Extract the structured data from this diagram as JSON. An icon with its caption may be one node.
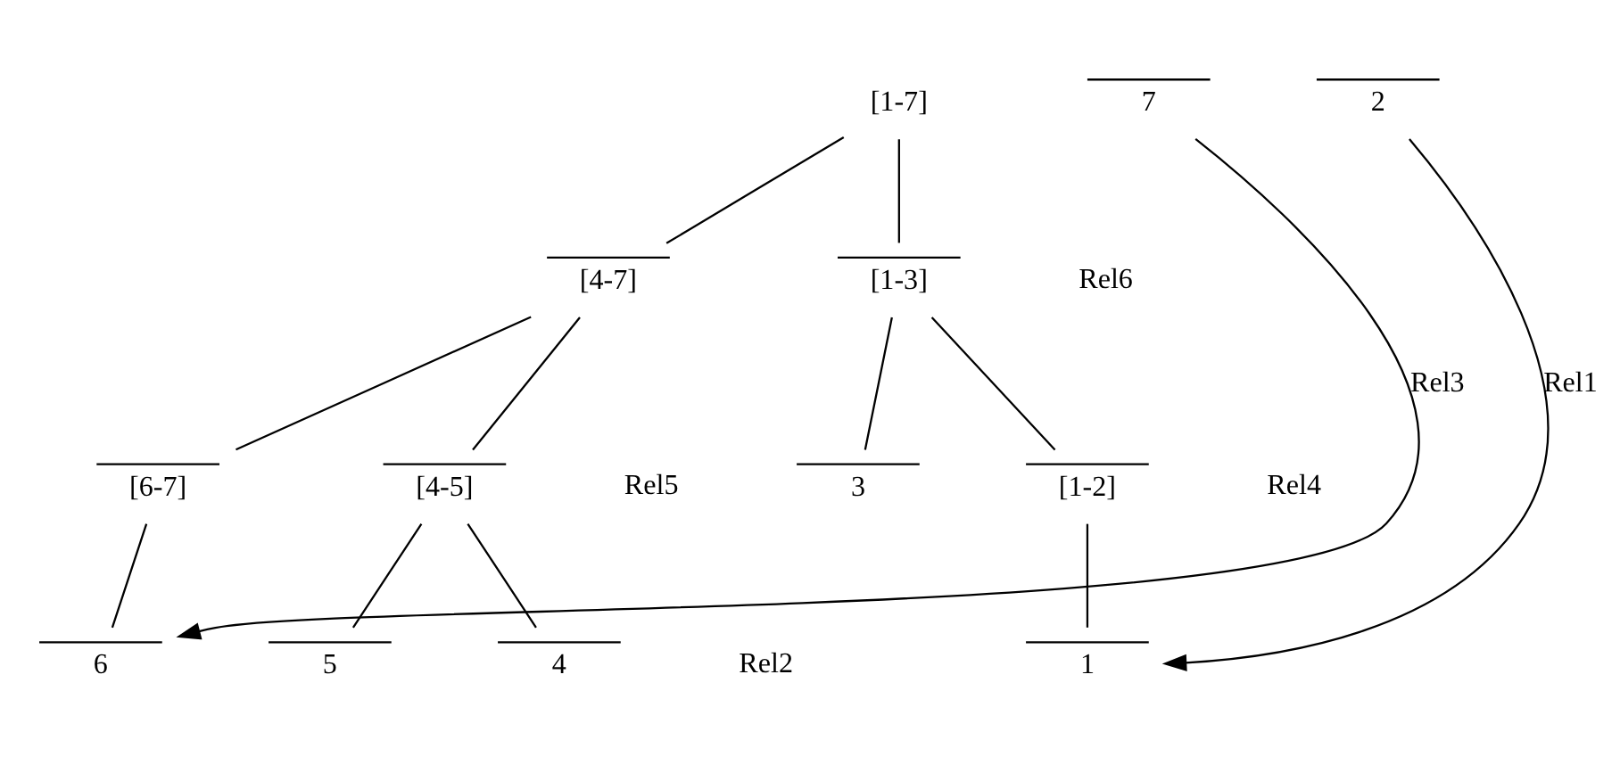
{
  "diagram": {
    "nodes": [
      {
        "text": [
          "[1-7]"
        ]
      },
      {
        "text": [
          "[4-7]"
        ]
      },
      {
        "text": [
          "[1-3]"
        ]
      },
      {
        "text": [
          "[6-7]"
        ]
      },
      {
        "text": [
          "[4-5]"
        ]
      },
      {
        "text": [
          "3"
        ]
      },
      {
        "text": [
          "[1-2]"
        ]
      },
      {
        "text": [
          "7"
        ]
      },
      {
        "text": [
          "6"
        ]
      },
      {
        "text": [
          "5"
        ]
      },
      {
        "text": [
          "4"
        ]
      },
      {
        "text": [
          "2"
        ]
      },
      {
        "text": [
          "1"
        ]
      }
    ],
    "edges": [
      {
        "from": 0,
        "to": 1,
        "arrow": "none"
      },
      {
        "from": 0,
        "to": 2,
        "arrow": "none"
      },
      {
        "from": 1,
        "to": 3,
        "arrow": "none"
      },
      {
        "from": 1,
        "to": 4,
        "arrow": "none"
      },
      {
        "from": 2,
        "to": 5,
        "arrow": "none"
      },
      {
        "from": 2,
        "to": 6,
        "arrow": "none"
      },
      {
        "from": 7,
        "to": 8,
        "arrow": "to",
        "label": "Rel3"
      },
      {
        "from": 3,
        "to": 8,
        "arrow": "none"
      },
      {
        "from": 4,
        "to": 9,
        "arrow": "none"
      },
      {
        "from": 4,
        "to": 10,
        "arrow": "none"
      },
      {
        "from": 11,
        "to": 12,
        "arrow": "to",
        "label": "Rel1"
      },
      {
        "from": 6,
        "to": 12,
        "arrow": "none"
      }
    ],
    "labels": [
      "Rel6",
      "Rel5",
      "Rel4",
      "Rel2"
    ]
  }
}
